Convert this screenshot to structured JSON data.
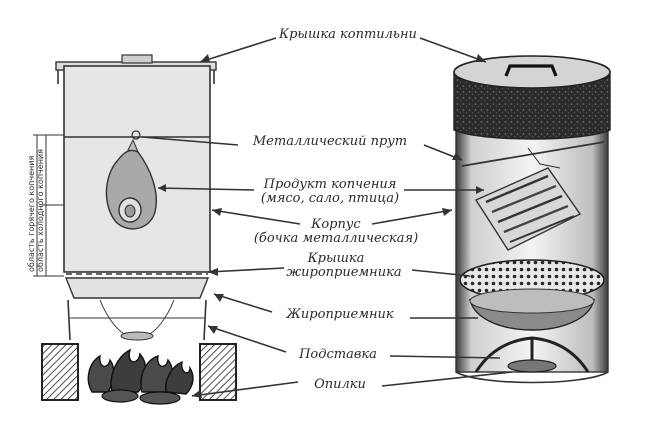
{
  "labels": {
    "lid": "Крышка коптильни",
    "rod": "Металлический прут",
    "product_line1": "Продукт копчения",
    "product_line2": "(мясо, сало, птица)",
    "body_line1": "Корпус",
    "body_line2": "(бочка металлическая)",
    "fat_lid_line1": "Крышка",
    "fat_lid_line2": "жироприемника",
    "fat_catcher": "Жироприемник",
    "stand": "Подставка",
    "sawdust": "Опилки"
  },
  "side_labels": {
    "hot_zone": "область горячего копчения",
    "cold_zone": "область холодного копчения"
  }
}
